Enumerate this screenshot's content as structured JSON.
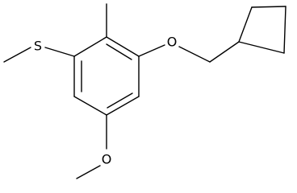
{
  "molecule": {
    "atoms": {
      "sulfur": "S",
      "ether_oxygen": "O",
      "methoxy_oxygen": "O"
    }
  },
  "colors": {
    "bond": "#000000",
    "label": "#000000",
    "background": "#ffffff"
  }
}
